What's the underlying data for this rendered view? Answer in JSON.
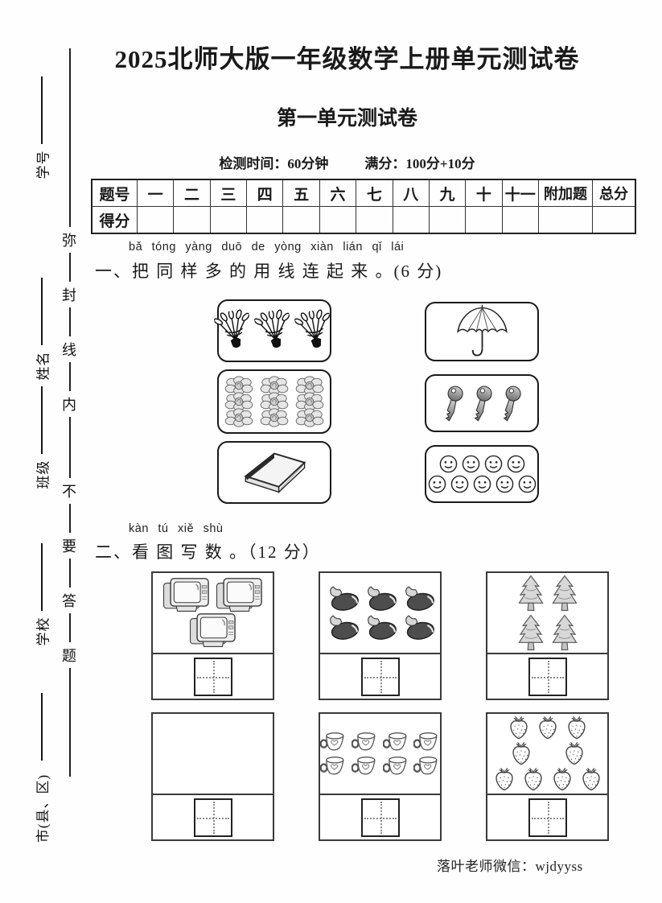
{
  "header": {
    "title": "2025北师大版一年级数学上册单元测试卷",
    "subtitle": "第一单元测试卷",
    "time_info": "检测时间：60分钟",
    "score_info": "满分：100分+10分"
  },
  "score_table": {
    "header_row": [
      "题号",
      "一",
      "二",
      "三",
      "四",
      "五",
      "六",
      "七",
      "八",
      "九",
      "十",
      "十一",
      "附加题",
      "总分"
    ],
    "score_row_label": "得分"
  },
  "sidebar": {
    "fields": [
      "学号",
      "姓名",
      "班级",
      "学校",
      "市(县、区)"
    ],
    "seal_text": "弥封线内不要答题"
  },
  "q1": {
    "pinyin": "bǎ tóng yàng duō de yòng xiàn lián qǐ lái",
    "text": "一、把 同 样 多 的 用 线 连 起 来 。(6 分)",
    "left_boxes": [
      {
        "icon": "shuttlecock",
        "item": "shuttlecocks",
        "count": 3,
        "rows": [
          3
        ]
      },
      {
        "icon": "flower",
        "item": "flowers",
        "count": 9,
        "rows": [
          3,
          3,
          3
        ]
      },
      {
        "icon": "book",
        "item": "book",
        "count": 1,
        "rows": [
          1
        ]
      }
    ],
    "right_boxes": [
      {
        "icon": "umbrella",
        "item": "umbrella",
        "count": 1,
        "rows": [
          1
        ]
      },
      {
        "icon": "key",
        "item": "keys",
        "count": 3,
        "rows": [
          3
        ]
      },
      {
        "icon": "smiley",
        "item": "smiley-faces",
        "count": 9,
        "rows": [
          4,
          5
        ]
      }
    ]
  },
  "q2": {
    "pinyin": "kàn tú xiě shù",
    "text": "二、看 图 写 数 。（12 分）",
    "cells": [
      {
        "icon": "tv",
        "item": "televisions",
        "count": 3,
        "rows": [
          2,
          1
        ]
      },
      {
        "icon": "eggplant",
        "item": "eggplants",
        "count": 6,
        "rows": [
          3,
          3
        ]
      },
      {
        "icon": "pine",
        "item": "pine-trees",
        "count": 4,
        "rows": [
          2,
          2
        ]
      },
      {
        "icon": "",
        "item": "empty",
        "count": 0,
        "rows": []
      },
      {
        "icon": "cup",
        "item": "cups",
        "count": 8,
        "rows": [
          4,
          4
        ]
      },
      {
        "icon": "straw",
        "item": "strawberries",
        "count": 9,
        "rows": [
          3,
          2,
          4
        ]
      }
    ]
  },
  "page": {
    "footer": "落叶老师微信：wjdyyss"
  }
}
